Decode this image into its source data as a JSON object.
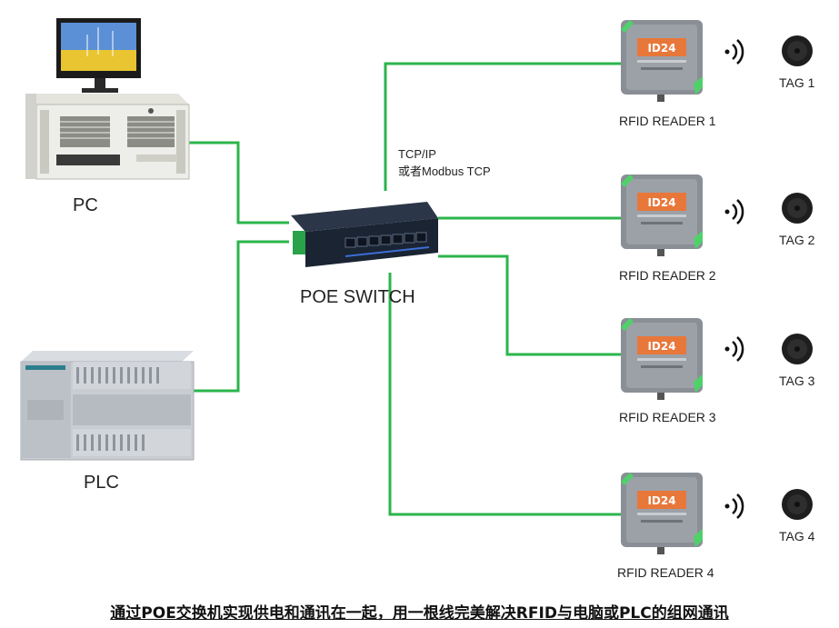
{
  "devices": {
    "pc_label": "PC",
    "plc_label": "PLC",
    "switch_label": "POE SWITCH"
  },
  "protocol": {
    "line1": "TCP/IP",
    "line2": "或者Modbus TCP"
  },
  "readers": [
    {
      "label": "RFID READER 1",
      "tag": "TAG 1",
      "screen_text": "ID24"
    },
    {
      "label": "RFID READER 2",
      "tag": "TAG 2",
      "screen_text": "ID24"
    },
    {
      "label": "RFID READER 3",
      "tag": "TAG 3",
      "screen_text": "ID24"
    },
    {
      "label": "RFID READER 4",
      "tag": "TAG 4",
      "screen_text": "ID24"
    }
  ],
  "caption": "通过POE交换机实现供电和通讯在一起，用一根线完美解决RFID与电脑或PLC的组网通讯",
  "colors": {
    "link_line": "#2bb54b",
    "reader_body": "#8a8f96",
    "reader_screen": "#e8773a",
    "switch_body": "#1f2a3a"
  }
}
